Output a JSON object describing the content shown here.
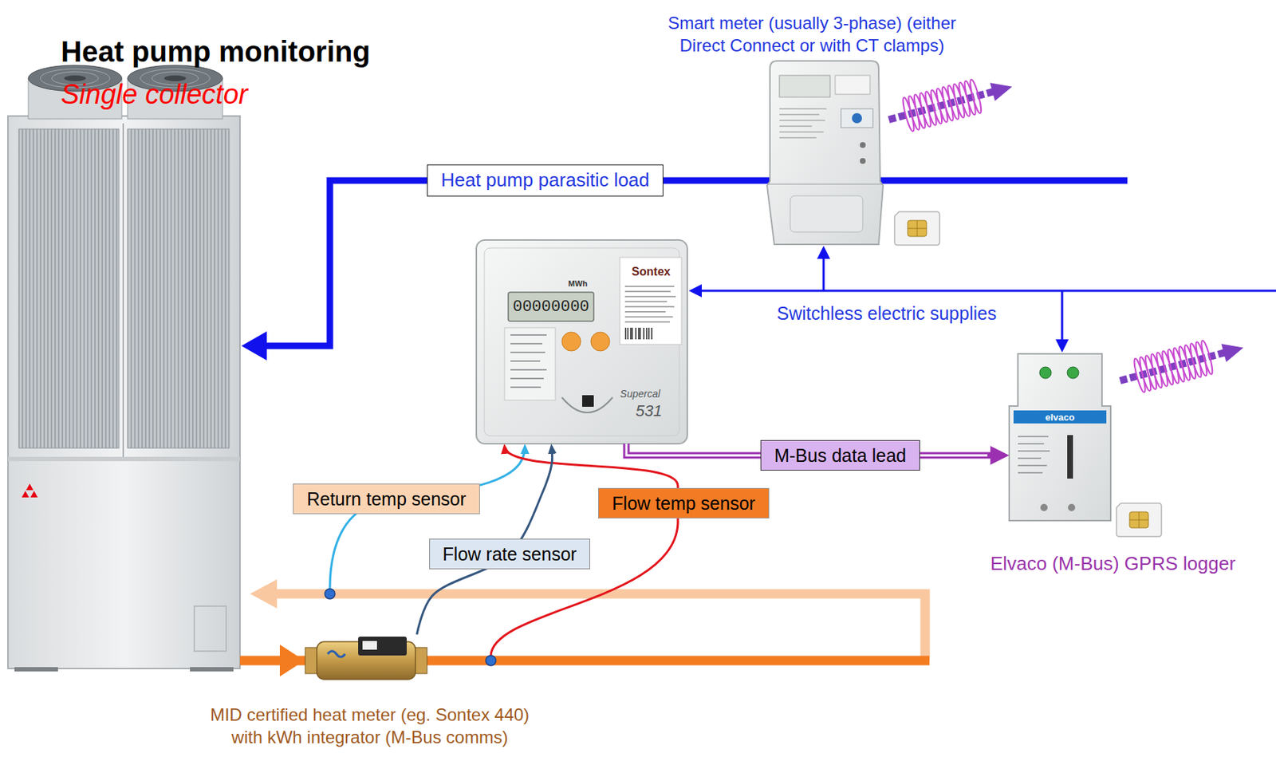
{
  "diagram": {
    "title": "Heat pump monitoring",
    "nodes": [
      {
        "text": [
          "Smart meter (usually 3-phase) (either Direct Connect or with CT clamps)"
        ]
      },
      {
        "text": [
          "MWh",
          "00000000",
          "Sontex",
          "Supercal",
          "531"
        ]
      },
      {
        "text": [
          "elvaco",
          "Elvaco (M-Bus) GPRS logger"
        ]
      },
      {
        "text": [
          "MID certified heat meter (eg. Sontex 440) with kWh integrator (M-Bus comms)"
        ]
      }
    ],
    "edges": [
      {
        "from": 3,
        "to": 1,
        "label": "Flow rate sensor",
        "arrow": "to"
      },
      {
        "from": 1,
        "to": 2,
        "label": "M-Bus data lead",
        "arrow": "to"
      }
    ],
    "labels": [
      "Single collector",
      "Heat pump parasitic load",
      "Switchless electric supplies",
      "Return temp sensor",
      "Flow temp sensor"
    ]
  }
}
